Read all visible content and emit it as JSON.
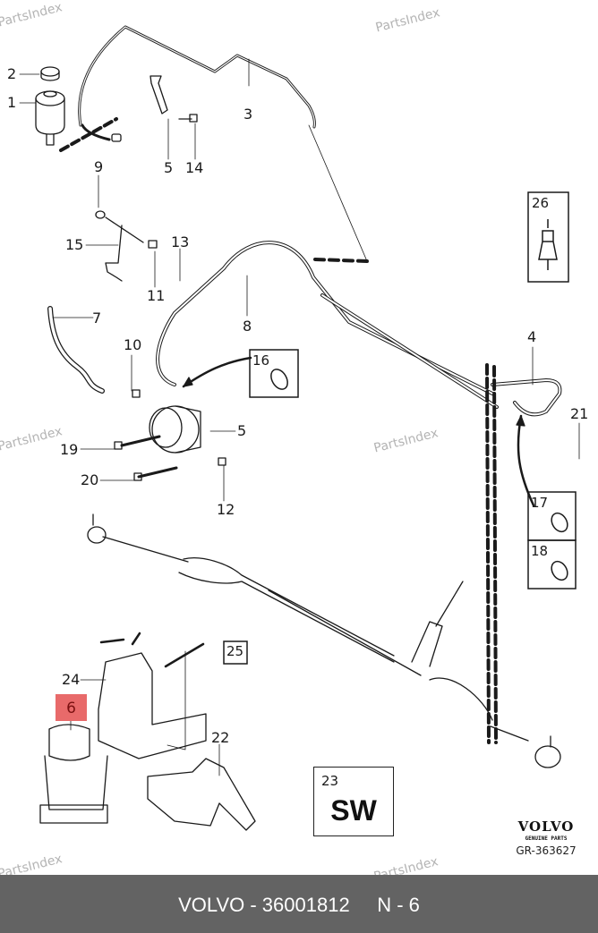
{
  "watermark": "PartsIndex",
  "callouts": [
    {
      "id": "c2",
      "label": "2"
    },
    {
      "id": "c1",
      "label": "1"
    },
    {
      "id": "c3",
      "label": "3"
    },
    {
      "id": "c5a",
      "label": "5"
    },
    {
      "id": "c14",
      "label": "14"
    },
    {
      "id": "c9",
      "label": "9"
    },
    {
      "id": "c15",
      "label": "15"
    },
    {
      "id": "c13",
      "label": "13"
    },
    {
      "id": "c11",
      "label": "11"
    },
    {
      "id": "c7",
      "label": "7"
    },
    {
      "id": "c8",
      "label": "8"
    },
    {
      "id": "c10",
      "label": "10"
    },
    {
      "id": "c5b",
      "label": "5"
    },
    {
      "id": "c19",
      "label": "19"
    },
    {
      "id": "c20",
      "label": "20"
    },
    {
      "id": "c12",
      "label": "12"
    },
    {
      "id": "c4",
      "label": "4"
    },
    {
      "id": "c21",
      "label": "21"
    },
    {
      "id": "c24",
      "label": "24"
    },
    {
      "id": "c22",
      "label": "22"
    }
  ],
  "boxed_parts": {
    "p16": "16",
    "p26": "26",
    "p17": "17",
    "p18": "18",
    "p25": "25"
  },
  "highlighted_part": {
    "label": "6",
    "color": "#e86a6a"
  },
  "sw_box": {
    "number": "23",
    "text": "SW"
  },
  "brand": {
    "logo": "VOLVO",
    "subtitle": "GENUINE PARTS",
    "code": "GR-363627"
  },
  "footer": {
    "text": "VOLVO - 36001812     N - 6",
    "background": "#636363"
  }
}
